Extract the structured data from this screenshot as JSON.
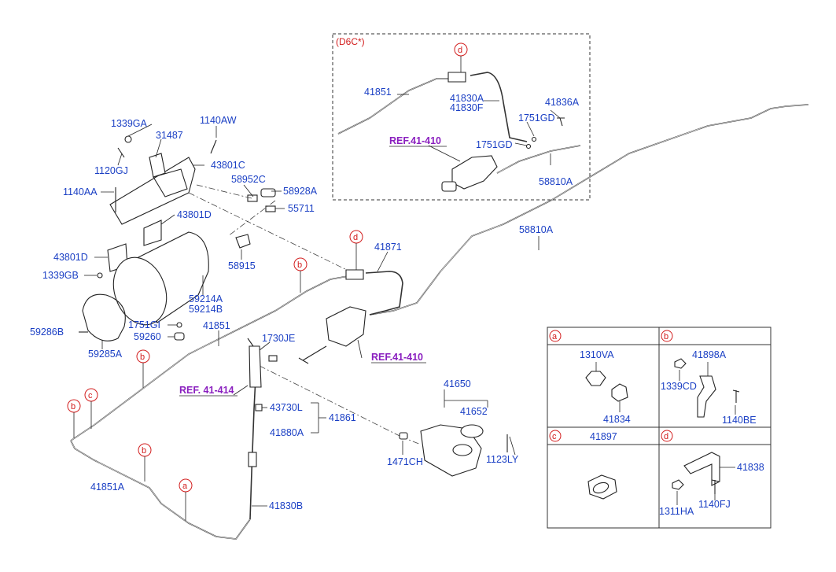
{
  "inset": {
    "variant": "(D6C*)",
    "labels": {
      "p41851": "41851",
      "p41830A": "41830A",
      "p41830F": "41830F",
      "p41836A": "41836A",
      "p1751GD_a": "1751GD",
      "p1751GD_b": "1751GD",
      "ref": "REF.41-410",
      "p58810A": "58810A"
    },
    "markers": {
      "d": "d"
    }
  },
  "main": {
    "labels": {
      "p1339GA": "1339GA",
      "p31487": "31487",
      "p1140AW": "1140AW",
      "p43801C": "43801C",
      "p1120GJ": "1120GJ",
      "p1140AA": "1140AA",
      "p58952C": "58952C",
      "p58928A": "58928A",
      "p43801D_a": "43801D",
      "p55711": "55711",
      "p58915": "58915",
      "p43801D_b": "43801D",
      "p1339GB": "1339GB",
      "p59214A": "59214A",
      "p59214B": "59214B",
      "p59286B": "59286B",
      "p1751GI": "1751GI",
      "p59260": "59260",
      "p59285A": "59285A",
      "p41851": "41851",
      "p41871": "41871",
      "p58810A": "58810A",
      "p1730JE": "1730JE",
      "ref_41410": "REF.41-410",
      "ref_41414": "REF. 41-414",
      "p43730L": "43730L",
      "p41861": "41861",
      "p41880A": "41880A",
      "p41650": "41650",
      "p41652": "41652",
      "p1471CH": "1471CH",
      "p1123LY": "1123LY",
      "p41851A": "41851A",
      "p41830B": "41830B"
    },
    "markers": {
      "b1": "b",
      "d1": "d",
      "b2": "b",
      "b3": "b",
      "c1": "c",
      "b4": "b",
      "a1": "a"
    }
  },
  "legend": {
    "cells": {
      "a": {
        "letter": "a",
        "labels": [
          "1310VA",
          "41834"
        ]
      },
      "b": {
        "letter": "b",
        "labels": [
          "41898A",
          "1339CD",
          "1140BE"
        ]
      },
      "c": {
        "letter": "c",
        "labels": [
          "41897"
        ]
      },
      "d": {
        "letter": "d",
        "labels": [
          "41838",
          "1311HA",
          "1140FJ"
        ]
      }
    }
  }
}
